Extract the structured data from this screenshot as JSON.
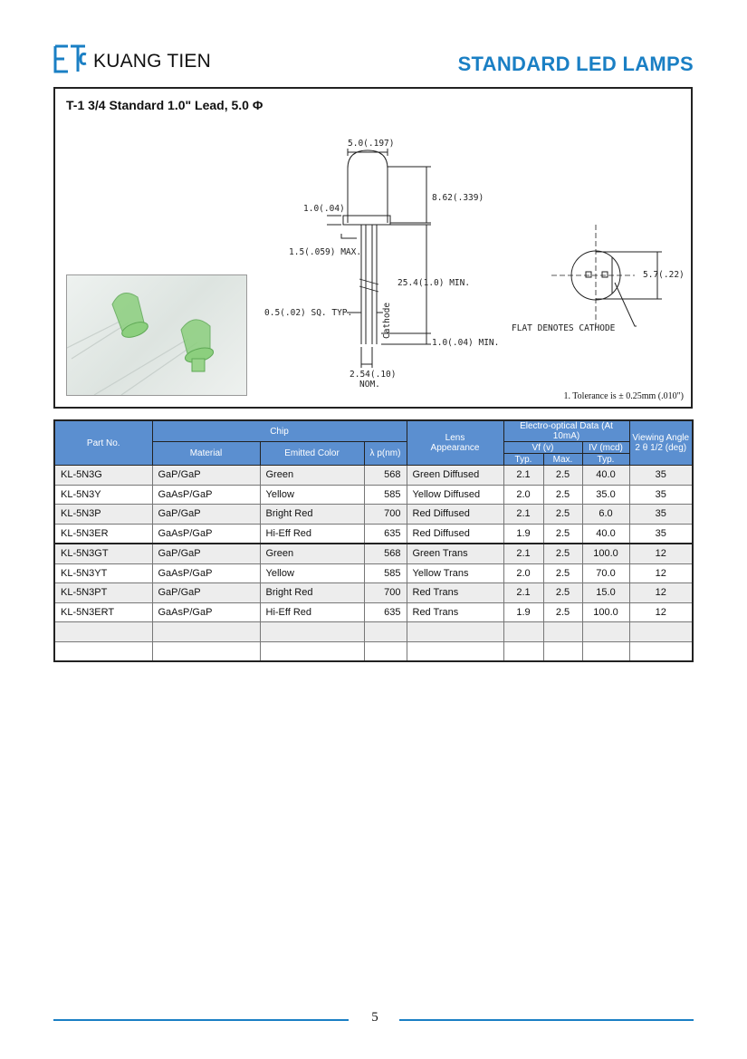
{
  "header": {
    "brand": "KUANG TIEN",
    "title": "STANDARD LED LAMPS"
  },
  "diagram": {
    "title": "T-1 3/4 Standard 1.0\" Lead, 5.0 Φ",
    "dims": {
      "d1": "5.0(.197)",
      "d2": "8.62(.339)",
      "d3": "1.0(.04)",
      "d4": "1.5(.059)  MAX.",
      "d5": "25.4(1.0)  MIN.",
      "d6": "0.5(.02)  SQ.  TYP.",
      "d7": "Cathode",
      "d8": "1.0(.04)  MIN.",
      "d9": "2.54(.10)",
      "d10": "NOM.",
      "d11": "5.7(.22)",
      "d12": "FLAT  DENOTES  CATHODE"
    },
    "tolerance": "1. Tolerance is ± 0.25mm (.010\")"
  },
  "table": {
    "headers": {
      "part_no": "Part No.",
      "chip": "Chip",
      "material": "Material",
      "emitted_color": "Emitted Color",
      "lambda": "λ p(nm)",
      "lens1": "Lens",
      "lens2": "Appearance",
      "eo": "Electro-optical Data (At 10mA)",
      "vf": "Vf  (v)",
      "iv": "IV  (mcd)",
      "typ": "Typ.",
      "max": "Max.",
      "typ2": "Typ.",
      "view1": "Viewing Angle",
      "view2": "2 θ  1/2 (deg)"
    },
    "rows": [
      {
        "part": "KL-5N3G",
        "material": "GaP/GaP",
        "color": "Green",
        "lambda": "568",
        "lens": "Green Diffused",
        "vf_typ": "2.1",
        "vf_max": "2.5",
        "iv": "40.0",
        "angle": "35"
      },
      {
        "part": "KL-5N3Y",
        "material": "GaAsP/GaP",
        "color": "Yellow",
        "lambda": "585",
        "lens": "Yellow Diffused",
        "vf_typ": "2.0",
        "vf_max": "2.5",
        "iv": "35.0",
        "angle": "35"
      },
      {
        "part": "KL-5N3P",
        "material": "GaP/GaP",
        "color": "Bright Red",
        "lambda": "700",
        "lens": "Red Diffused",
        "vf_typ": "2.1",
        "vf_max": "2.5",
        "iv": "6.0",
        "angle": "35"
      },
      {
        "part": "KL-5N3ER",
        "material": "GaAsP/GaP",
        "color": "Hi-Eff Red",
        "lambda": "635",
        "lens": "Red Diffused",
        "vf_typ": "1.9",
        "vf_max": "2.5",
        "iv": "40.0",
        "angle": "35"
      },
      {
        "part": "KL-5N3GT",
        "material": "GaP/GaP",
        "color": "Green",
        "lambda": "568",
        "lens": "Green Trans",
        "vf_typ": "2.1",
        "vf_max": "2.5",
        "iv": "100.0",
        "angle": "12"
      },
      {
        "part": "KL-5N3YT",
        "material": "GaAsP/GaP",
        "color": "Yellow",
        "lambda": "585",
        "lens": "Yellow Trans",
        "vf_typ": "2.0",
        "vf_max": "2.5",
        "iv": "70.0",
        "angle": "12"
      },
      {
        "part": "KL-5N3PT",
        "material": "GaP/GaP",
        "color": "Bright Red",
        "lambda": "700",
        "lens": "Red Trans",
        "vf_typ": "2.1",
        "vf_max": "2.5",
        "iv": "15.0",
        "angle": "12"
      },
      {
        "part": "KL-5N3ERT",
        "material": "GaAsP/GaP",
        "color": "Hi-Eff Red",
        "lambda": "635",
        "lens": "Red Trans",
        "vf_typ": "1.9",
        "vf_max": "2.5",
        "iv": "100.0",
        "angle": "12"
      }
    ]
  },
  "footer": {
    "page_number": "5"
  },
  "colors": {
    "accent": "#1a7fc4",
    "table_header": "#5b8fd0"
  }
}
